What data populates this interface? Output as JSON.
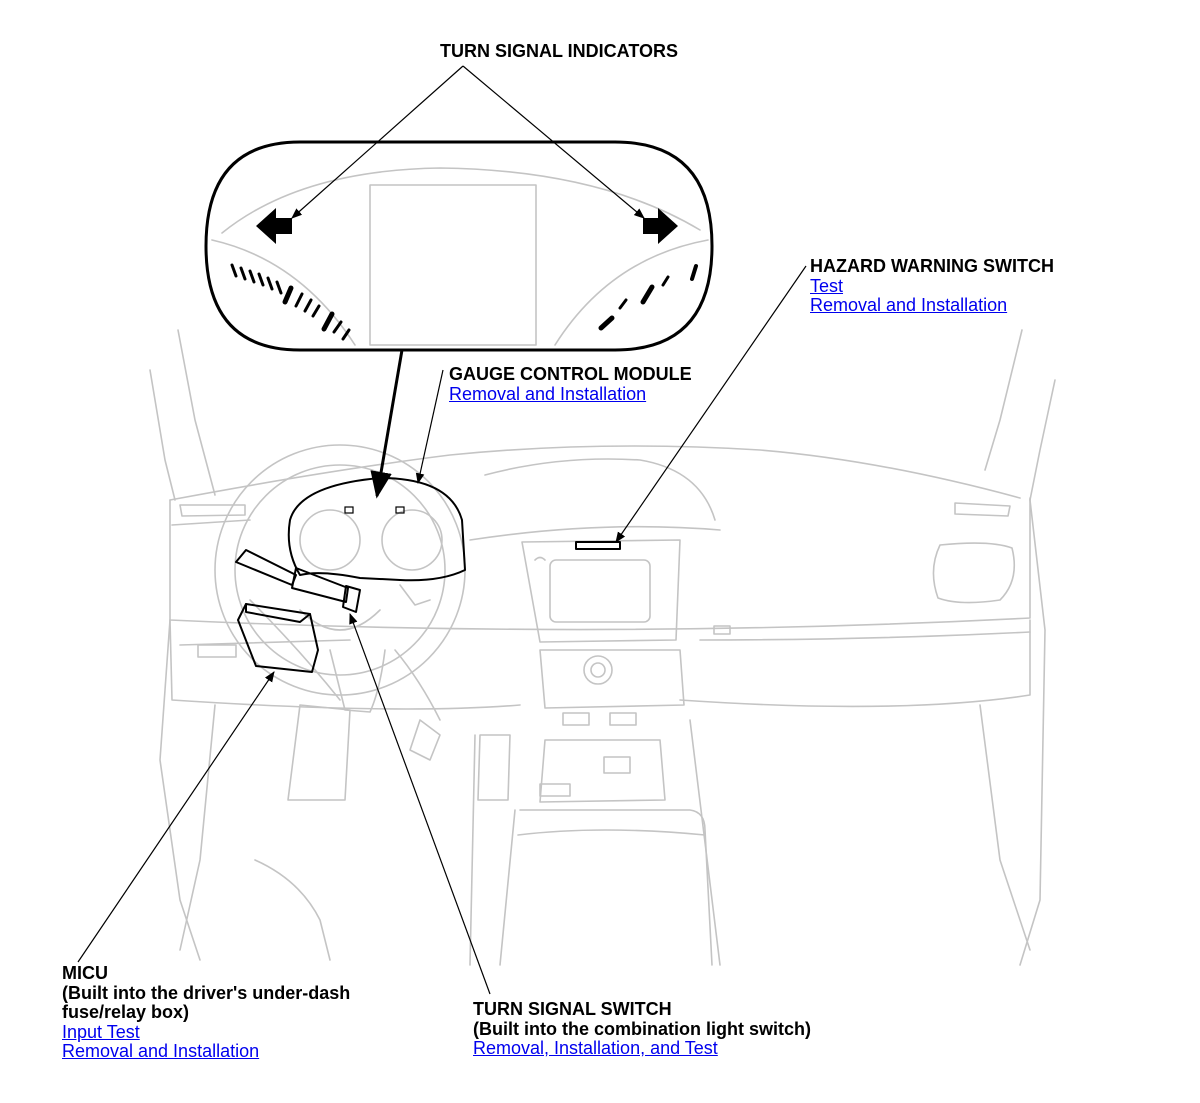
{
  "callouts": {
    "turn_signal_indicators": {
      "title": "TURN SIGNAL INDICATORS"
    },
    "hazard_warning_switch": {
      "title": "HAZARD WARNING SWITCH",
      "links": [
        "Test",
        "Removal and Installation"
      ]
    },
    "gauge_control_module": {
      "title": "GAUGE CONTROL MODULE",
      "links": [
        "Removal and Installation"
      ]
    },
    "micu": {
      "title": "MICU",
      "subtitle_line1": "(Built into the driver's under-dash",
      "subtitle_line2": "fuse/relay box)",
      "links": [
        "Input Test",
        "Removal and Installation"
      ]
    },
    "turn_signal_switch": {
      "title": "TURN SIGNAL SWITCH",
      "subtitle": "(Built into the combination light switch)",
      "links": [
        "Removal, Installation, and Test"
      ]
    }
  },
  "colors": {
    "link": "#0000ee",
    "line_art": "#c4c4c4",
    "ink": "#000000"
  }
}
